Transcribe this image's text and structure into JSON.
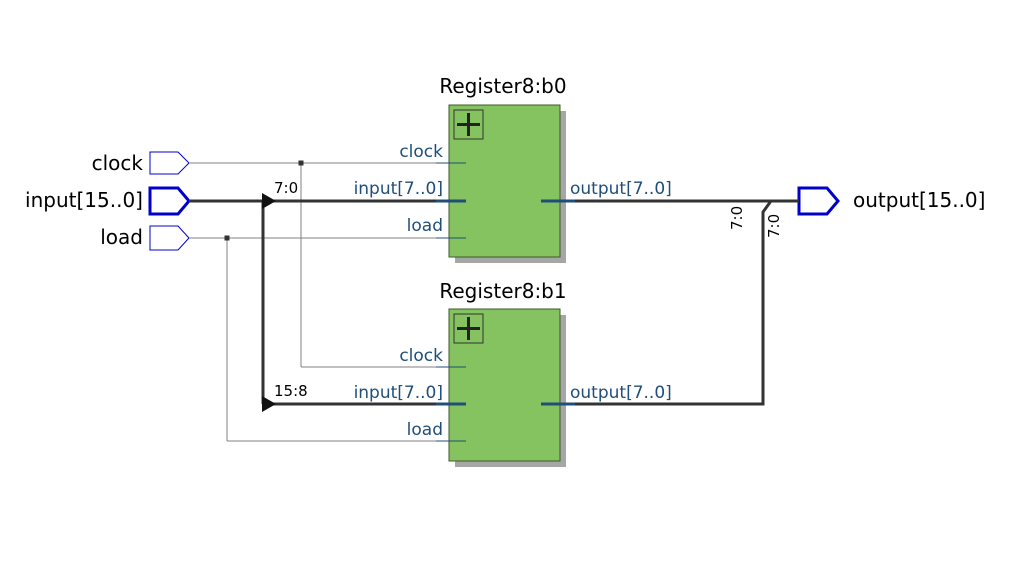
{
  "colors": {
    "block_fill": "#84c35f",
    "block_shadow": "#a6a6a6",
    "wire": "#808080",
    "bus": "#333333",
    "port_accent": "#0000cc",
    "pin_stub": "#1f4e79"
  },
  "input_ports": [
    {
      "label": "clock",
      "bus": false
    },
    {
      "label": "input[15..0]",
      "bus": true
    },
    {
      "label": "load",
      "bus": false
    }
  ],
  "output_ports": [
    {
      "label": "output[15..0]",
      "bus": true
    }
  ],
  "blocks": [
    {
      "title": "Register8:b0",
      "icon": "plus-icon",
      "pins_in": [
        "clock",
        "input[7..0]",
        "load"
      ],
      "pins_out": [
        "output[7..0]"
      ]
    },
    {
      "title": "Register8:b1",
      "icon": "plus-icon",
      "pins_in": [
        "clock",
        "input[7..0]",
        "load"
      ],
      "pins_out": [
        "output[7..0]"
      ]
    }
  ],
  "bus_slices": {
    "in_b0": "7:0",
    "in_b1": "15:8",
    "out_b0": "7:0",
    "out_b1": "7:0"
  }
}
